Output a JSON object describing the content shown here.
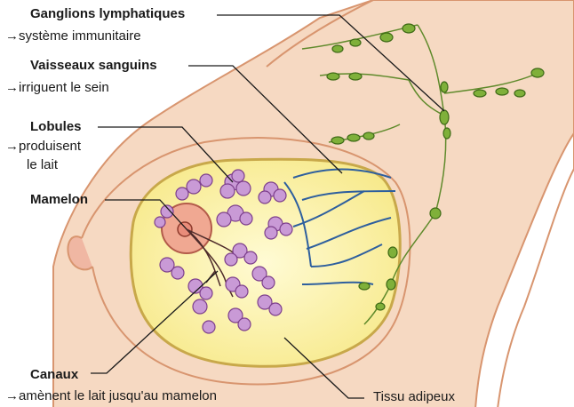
{
  "labels": {
    "ganglions": {
      "title": "Ganglions lymphatiques",
      "desc": "système immunitaire"
    },
    "vaisseaux": {
      "title": "Vaisseaux sanguins",
      "desc": "irriguent le sein"
    },
    "lobules": {
      "title": "Lobules",
      "desc_line1": "produisent",
      "desc_line2": "le lait"
    },
    "mamelon": {
      "title": "Mamelon"
    },
    "canaux": {
      "title": "Canaux",
      "desc": "amènent le lait jusqu'au mamelon"
    },
    "tissu": {
      "title": "Tissu adipeux"
    }
  },
  "arrow_glyph": "→",
  "colors": {
    "skin": "#f6d9c2",
    "skin_outline": "#d8956f",
    "fat": "#fbf2a6",
    "fat_outline": "#c8a84a",
    "lobule": "#c99ad6",
    "lobule_outline": "#7d3f8c",
    "areola": "#f0a892",
    "vessel": "#2e5f9e",
    "lymph": "#7fb03a",
    "lymph_outline": "#3e6a16"
  }
}
